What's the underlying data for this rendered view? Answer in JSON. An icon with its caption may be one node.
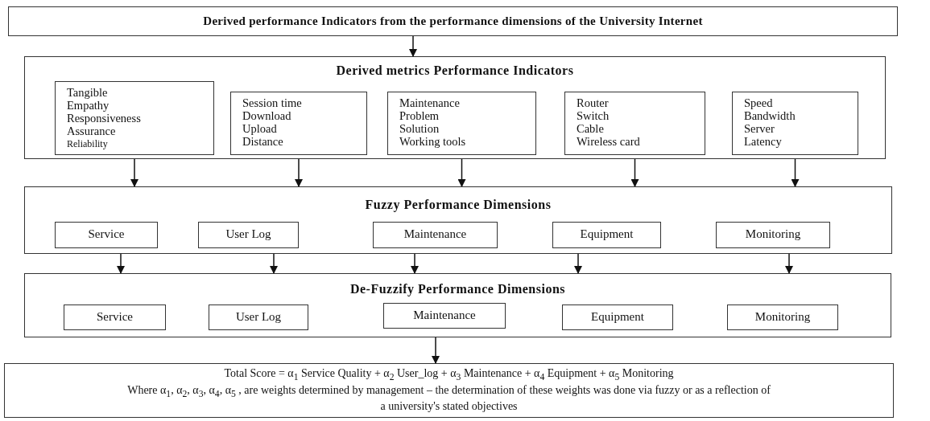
{
  "diagram": {
    "nodes": [
      {
        "text": [
          "Derived performance Indicators from the performance dimensions of the University Internet"
        ]
      },
      {
        "text": [
          "Derived metrics Performance Indicators"
        ]
      },
      {
        "text": [
          "Tangible",
          "Empathy",
          "Responsiveness",
          "Assurance",
          "Reliability"
        ],
        "in": 1
      },
      {
        "text": [
          "Session time",
          "Download",
          "Upload",
          "Distance"
        ],
        "in": 1
      },
      {
        "text": [
          "Maintenance",
          "Problem",
          "Solution",
          "Working tools"
        ],
        "in": 1
      },
      {
        "text": [
          "Router",
          "Switch",
          "Cable",
          "Wireless card"
        ],
        "in": 1
      },
      {
        "text": [
          "Speed",
          "Bandwidth",
          "Server",
          "Latency"
        ],
        "in": 1
      },
      {
        "text": [
          "Fuzzy Performance Dimensions"
        ]
      },
      {
        "text": [
          "Service"
        ],
        "in": 7
      },
      {
        "text": [
          "User Log"
        ],
        "in": 7
      },
      {
        "text": [
          "Maintenance"
        ],
        "in": 7
      },
      {
        "text": [
          "Equipment"
        ],
        "in": 7
      },
      {
        "text": [
          "Monitoring"
        ],
        "in": 7
      },
      {
        "text": [
          "De-Fuzzify Performance Dimensions"
        ]
      },
      {
        "text": [
          "Service"
        ],
        "in": 13
      },
      {
        "text": [
          "User Log"
        ],
        "in": 13
      },
      {
        "text": [
          "Maintenance"
        ],
        "in": 13
      },
      {
        "text": [
          "Equipment"
        ],
        "in": 13
      },
      {
        "text": [
          "Monitoring"
        ],
        "in": 13
      },
      {
        "text": [
          "Total Score = α$_{1}$ Service Quality + α$_{2}$ User_log + α$_{3}$ Maintenance + α$_{4}$ Equipment + α$_{5}$ Monitoring",
          "Where α$_{1}$, α$_{2}$, α$_{3}$, α$_{4}$, α$_{5}$ , are weights determined by management – the determination of these weights was done via fuzzy or as a reflection of a university's stated objectives"
        ]
      }
    ],
    "edges": [
      {
        "from": 0,
        "to": 1,
        "arrow": "to"
      },
      {
        "from": 2,
        "to": 7,
        "arrow": "to"
      },
      {
        "from": 3,
        "to": 7,
        "arrow": "to"
      },
      {
        "from": 4,
        "to": 7,
        "arrow": "to"
      },
      {
        "from": 5,
        "to": 7,
        "arrow": "to"
      },
      {
        "from": 6,
        "to": 7,
        "arrow": "to"
      },
      {
        "from": 8,
        "to": 13,
        "arrow": "to"
      },
      {
        "from": 9,
        "to": 13,
        "arrow": "to"
      },
      {
        "from": 10,
        "to": 13,
        "arrow": "to"
      },
      {
        "from": 11,
        "to": 13,
        "arrow": "to"
      },
      {
        "from": 12,
        "to": 13,
        "arrow": "to"
      },
      {
        "from": 13,
        "to": 19,
        "arrow": "to"
      }
    ]
  }
}
